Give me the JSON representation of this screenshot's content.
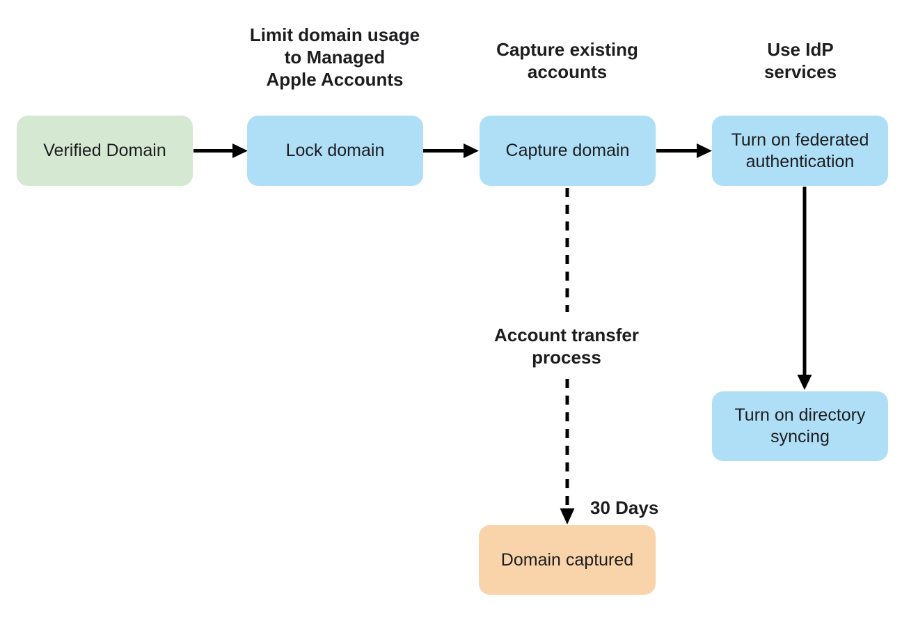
{
  "colors": {
    "bg": "#ffffff",
    "node-green": "#d5e8d2",
    "node-blue": "#aedff7",
    "node-orange": "#f9d4aa",
    "text": "#1d1d1f",
    "arrow": "#000000"
  },
  "nodes": {
    "verified_domain": "Verified Domain",
    "lock_domain": "Lock domain",
    "capture_domain": "Capture domain",
    "federated_auth": "Turn on federated\nauthentication",
    "directory_syncing": "Turn on directory\nsyncing",
    "domain_captured": "Domain captured"
  },
  "annotations": {
    "lock_note": "Limit domain usage\nto Managed\nApple Accounts",
    "capture_note": "Capture existing\naccounts",
    "idp_note": "Use IdP\nservices",
    "transfer_note": "Account transfer\nprocess",
    "duration_note": "30 Days"
  }
}
